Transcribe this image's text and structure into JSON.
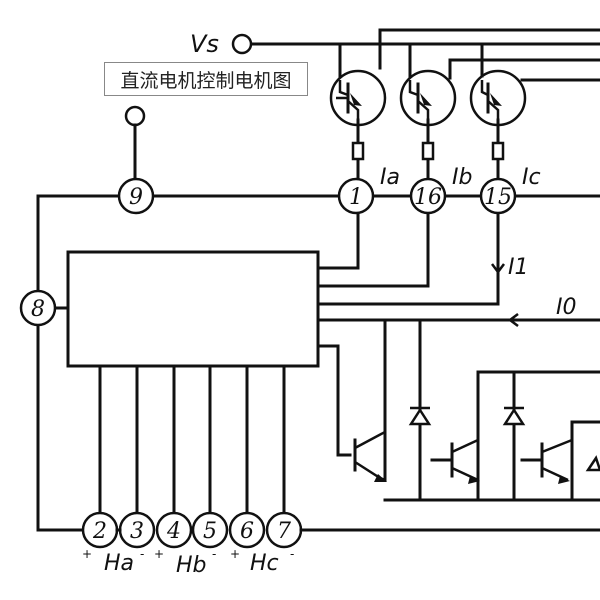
{
  "title": "直流电机控制电机图",
  "supply": {
    "label": "Vs"
  },
  "pins": {
    "p9": "9",
    "p1": "1",
    "p16": "16",
    "p15": "15",
    "p8": "8",
    "p2": "2",
    "p3": "3",
    "p4": "4",
    "p5": "5",
    "p6": "6",
    "p7": "7"
  },
  "currents": {
    "ia": "Ia",
    "ib": "Ib",
    "ic": "Ic",
    "i1": "I1",
    "i0": "I0"
  },
  "hall": {
    "ha": "Ha",
    "hb": "Hb",
    "hc": "Hc",
    "plus": "+",
    "minus": "-"
  }
}
